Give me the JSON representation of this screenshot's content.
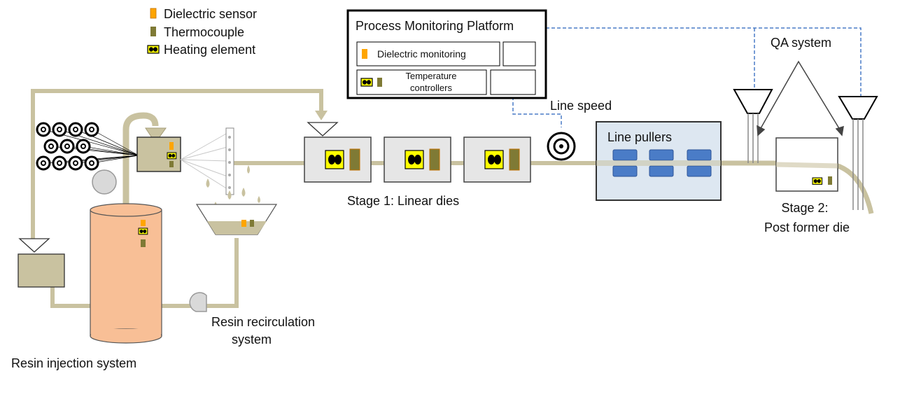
{
  "legend": {
    "dielectric_sensor": "Dielectric sensor",
    "thermocouple": "Thermocouple",
    "heating_element": "Heating element"
  },
  "platform": {
    "title": "Process Monitoring Platform",
    "dielectric_monitoring": "Dielectric monitoring",
    "temperature_controllers_line1": "Temperature",
    "temperature_controllers_line2": "controllers"
  },
  "labels": {
    "line_speed": "Line speed",
    "line_pullers": "Line pullers",
    "qa_system": "QA system",
    "stage1": "Stage 1: Linear dies",
    "stage2_line1": "Stage 2:",
    "stage2_line2": "Post former die",
    "resin_recirc_line1": "Resin recirculation",
    "resin_recirc_line2": "system",
    "resin_injection": "Resin injection system"
  },
  "colors": {
    "pipe": "#c9c2a0",
    "pipe_dark": "#a59d78",
    "tank": "#f8bf96",
    "heater": "#ffff00",
    "dielectric": "#ffa500",
    "thermocouple": "#7f7a35",
    "die_fill": "#e6e6e6",
    "pullers_bg": "#dde7f1",
    "puller_block": "#4a7cc7",
    "dashed": "#4a7cc7"
  }
}
